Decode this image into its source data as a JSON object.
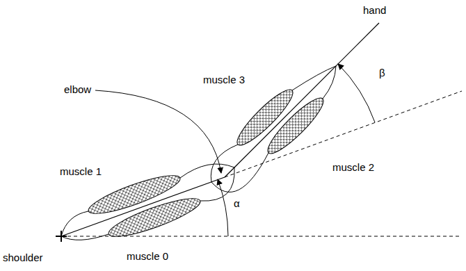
{
  "diagram": {
    "labels": [
      "hand",
      "β",
      "muscle 3",
      "elbow",
      "muscle 2",
      "muscle 1",
      "α",
      "muscle 0",
      "shoulder"
    ]
  }
}
